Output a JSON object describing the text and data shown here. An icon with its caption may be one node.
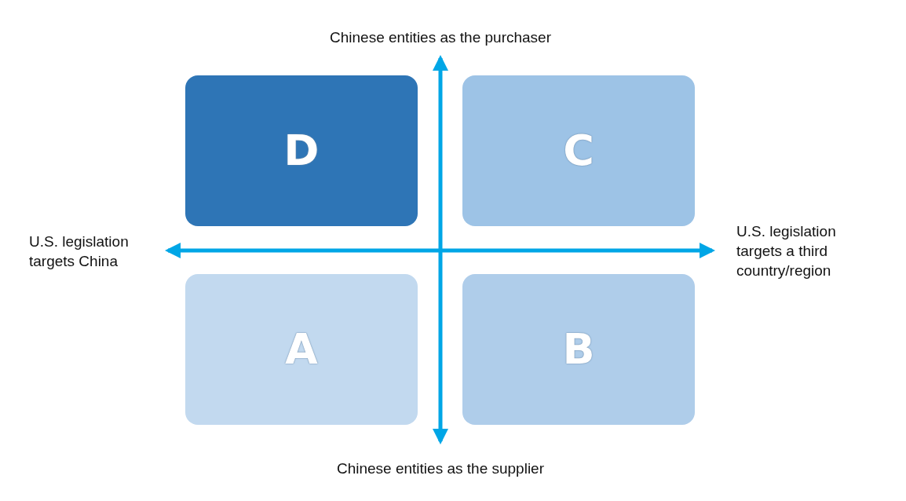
{
  "diagram": {
    "nodes": [
      {
        "text": [
          "D"
        ]
      },
      {
        "text": [
          "C"
        ]
      },
      {
        "text": [
          "A"
        ]
      },
      {
        "text": [
          "B"
        ]
      }
    ],
    "labels": [
      "Chinese entities as the purchaser",
      "U.S. legislation targets China",
      "U.S. legislation targets a third country/region",
      "Chinese entities as the supplier"
    ]
  }
}
